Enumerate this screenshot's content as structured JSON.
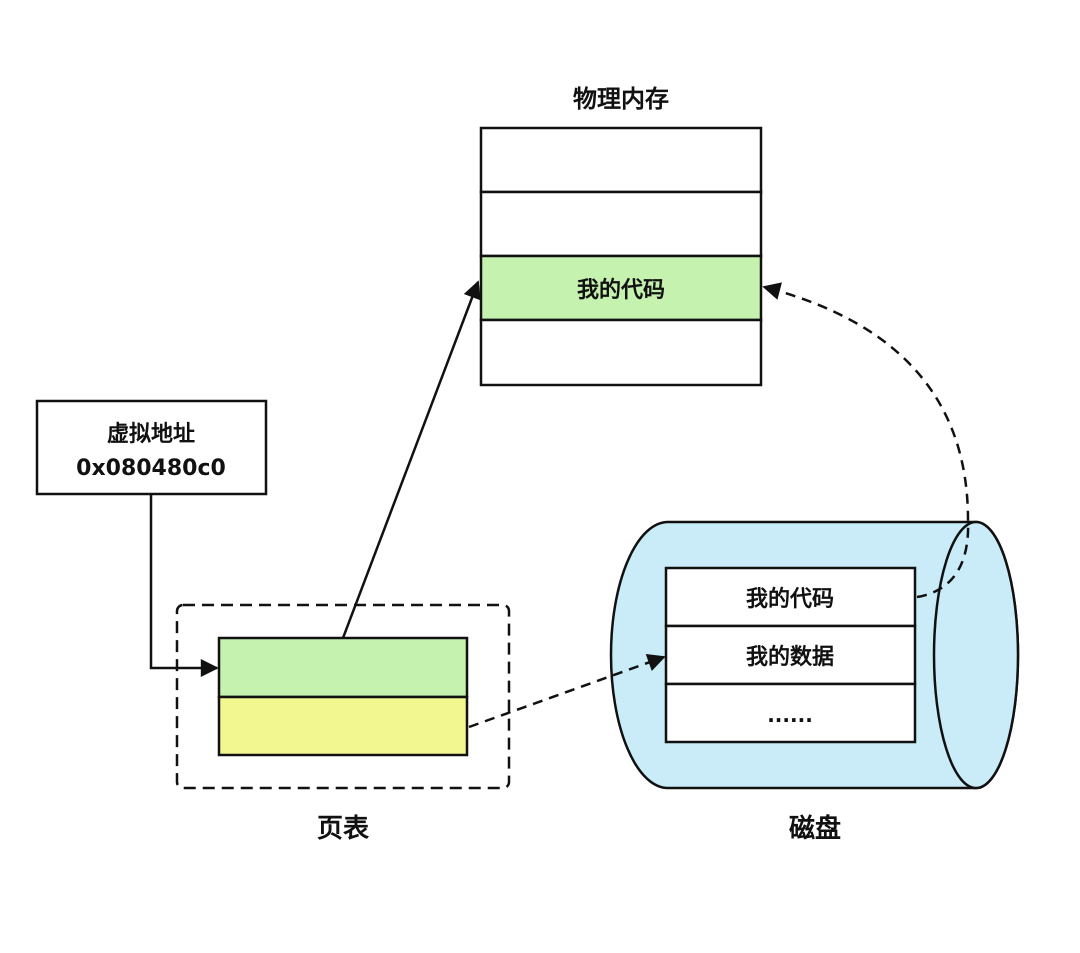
{
  "physical_memory": {
    "title": "物理内存",
    "rows": [
      "",
      "",
      "我的代码",
      ""
    ],
    "highlight_color": "#c6f2b0"
  },
  "virtual_address": {
    "label": "虚拟地址",
    "value": "0x080480c0"
  },
  "page_table": {
    "label": "页表",
    "row_colors": [
      "#c6f2b0",
      "#f3f78f"
    ]
  },
  "disk": {
    "label": "磁盘",
    "rows": [
      "我的代码",
      "我的数据",
      "......"
    ],
    "fill_color": "#c9ecf8"
  },
  "colors": {
    "stroke": "#111111",
    "background": "#ffffff"
  }
}
